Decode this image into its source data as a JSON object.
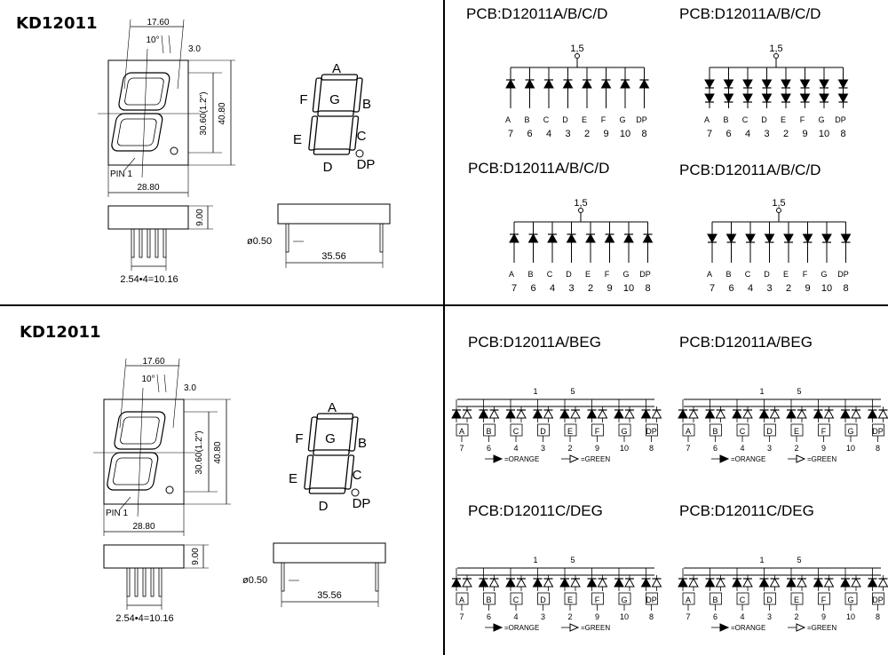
{
  "blocks": [
    {
      "title": "KD12011",
      "dims": {
        "width_top": "17.60",
        "angle": "10°",
        "offset": "3.0",
        "height_inner": "30.60(1.2\")",
        "height_outer": "40.80",
        "width_bottom": "28.80",
        "depth": "9.00",
        "pin_pitch": "2.54•4=10.16",
        "pin_dia": "ø0.50",
        "pin_row": "35.56",
        "pin1_label": "PIN 1"
      },
      "segments": {
        "a": "A",
        "b": "B",
        "c": "C",
        "d": "D",
        "e": "E",
        "f": "F",
        "g": "G",
        "dp": "DP"
      },
      "schematics": [
        {
          "label": "PCB:D12011A/B/C/D",
          "common": "1,5",
          "segs": [
            "A",
            "B",
            "C",
            "D",
            "E",
            "F",
            "G",
            "DP"
          ],
          "pins": [
            "7",
            "6",
            "4",
            "3",
            "2",
            "9",
            "10",
            "8"
          ]
        },
        {
          "label": "PCB:D12011A/B/C/D",
          "common": "1,5",
          "segs": [
            "A",
            "B",
            "C",
            "D",
            "E",
            "F",
            "G",
            "DP"
          ],
          "pins": [
            "7",
            "6",
            "4",
            "3",
            "2",
            "9",
            "10",
            "8"
          ]
        },
        {
          "label": "PCB:D12011A/B/C/D",
          "common": "1,5",
          "segs": [
            "A",
            "B",
            "C",
            "D",
            "E",
            "F",
            "G",
            "DP"
          ],
          "pins": [
            "7",
            "6",
            "4",
            "3",
            "2",
            "9",
            "10",
            "8"
          ]
        },
        {
          "label": "PCB:D12011A/B/C/D",
          "common": "1,5",
          "segs": [
            "A",
            "B",
            "C",
            "D",
            "E",
            "F",
            "G",
            "DP"
          ],
          "pins": [
            "7",
            "6",
            "4",
            "3",
            "2",
            "9",
            "10",
            "8"
          ]
        }
      ]
    },
    {
      "title": "KD12011",
      "dims": {
        "width_top": "17.60",
        "angle": "10°",
        "offset": "3.0",
        "height_inner": "30.60(1.2\")",
        "height_outer": "40.80",
        "width_bottom": "28.80",
        "depth": "9.00",
        "pin_pitch": "2.54•4=10.16",
        "pin_dia": "ø0.50",
        "pin_row": "35.56",
        "pin1_label": "PIN 1"
      },
      "segments": {
        "a": "A",
        "b": "B",
        "c": "C",
        "d": "D",
        "e": "E",
        "f": "F",
        "g": "G",
        "dp": "DP"
      },
      "schematics": [
        {
          "label": "PCB:D12011A/BEG",
          "common1": "1",
          "common2": "5",
          "segs": [
            "A",
            "B",
            "C",
            "D",
            "E",
            "F",
            "G",
            "DP"
          ],
          "pins": [
            "7",
            "6",
            "4",
            "3",
            "2",
            "9",
            "10",
            "8"
          ],
          "legend_orange": "=ORANGE",
          "legend_green": "=GREEN"
        },
        {
          "label": "PCB:D12011A/BEG",
          "common1": "1",
          "common2": "5",
          "segs": [
            "A",
            "B",
            "C",
            "D",
            "E",
            "F",
            "G",
            "DP"
          ],
          "pins": [
            "7",
            "6",
            "4",
            "3",
            "2",
            "9",
            "10",
            "8"
          ],
          "legend_orange": "=ORANGE",
          "legend_green": "=GREEN"
        },
        {
          "label": "PCB:D12011C/DEG",
          "common1": "1",
          "common2": "5",
          "segs": [
            "A",
            "B",
            "C",
            "D",
            "E",
            "F",
            "G",
            "DP"
          ],
          "pins": [
            "7",
            "6",
            "4",
            "3",
            "2",
            "9",
            "10",
            "8"
          ],
          "legend_orange": "=ORANGE",
          "legend_green": "=GREEN"
        },
        {
          "label": "PCB:D12011C/DEG",
          "common1": "1",
          "common2": "5",
          "segs": [
            "A",
            "B",
            "C",
            "D",
            "E",
            "F",
            "G",
            "DP"
          ],
          "pins": [
            "7",
            "6",
            "4",
            "3",
            "2",
            "9",
            "10",
            "8"
          ],
          "legend_orange": "=ORANGE",
          "legend_green": "=GREEN"
        }
      ]
    }
  ]
}
